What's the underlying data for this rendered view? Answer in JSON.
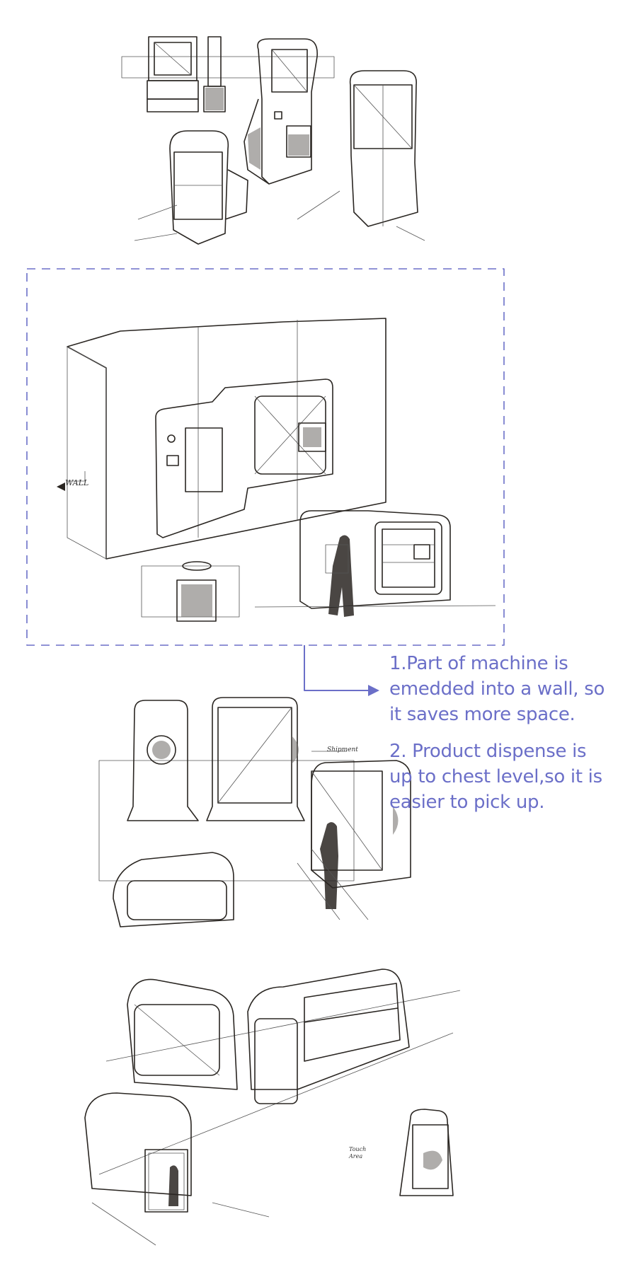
{
  "annotations": {
    "note_1": [
      "1.Part of machine is",
      "emedded into a wall, so",
      "it saves more space."
    ],
    "note_2": [
      "2. Product dispense is",
      "up to chest level,so  it is",
      "easier to pick up."
    ]
  },
  "sketch_labels": {
    "wall": "WALL",
    "shipment": "Shipment",
    "touch_area": [
      "Touch",
      "Area"
    ]
  },
  "colors": {
    "annotation": "#6b6fc8",
    "ink": "#2a2622"
  }
}
